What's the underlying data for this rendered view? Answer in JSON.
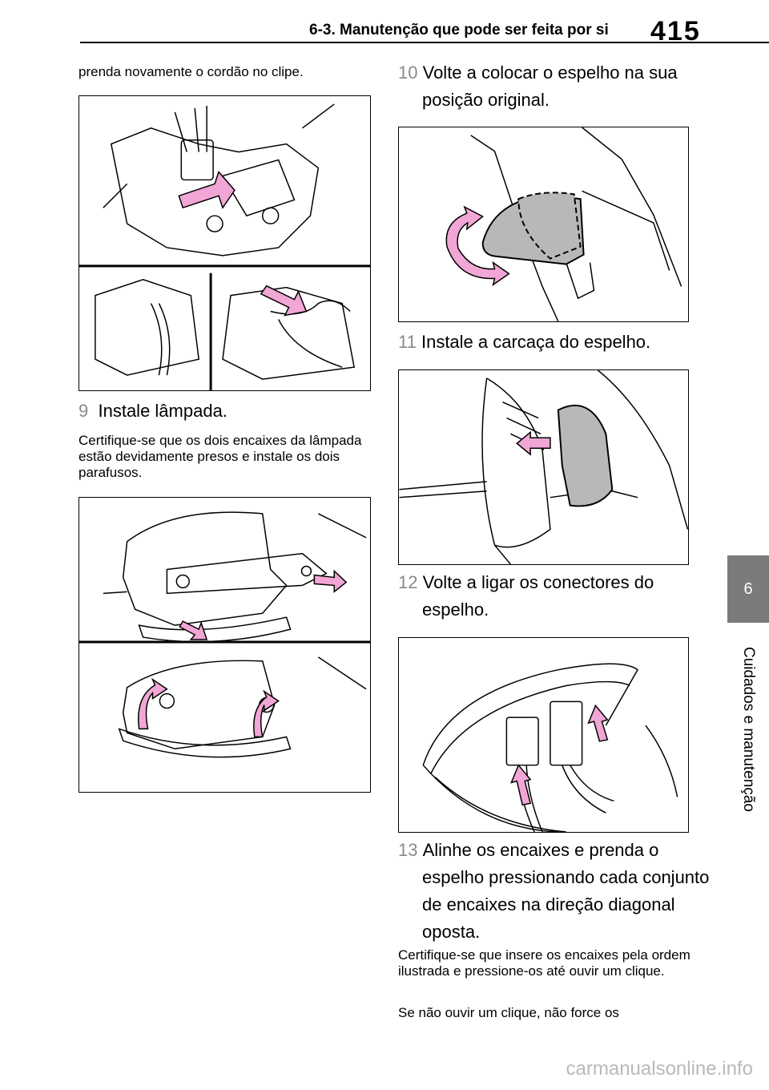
{
  "header": {
    "section_title": "6-3. Manutenção que pode ser feita por si",
    "page_number": "415"
  },
  "side_tab": {
    "chapter_number": "6",
    "chapter_label": "Cuidados e manutenção"
  },
  "left_column": {
    "intro_text": "prenda novamente o cordão no clipe.",
    "step9": {
      "number": "9",
      "title": "Instale lâmpada.",
      "note": "Certifique-se que os dois encaixes da lâmpada estão devidamente presos e instale os dois parafusos."
    }
  },
  "right_column": {
    "step10": {
      "number": "10",
      "title": "Volte a colocar o espelho na sua posição original."
    },
    "step11": {
      "number": "11",
      "title": "Instale a carcaça do espelho."
    },
    "step12": {
      "number": "12",
      "title": "Volte a ligar os conectores do espelho."
    },
    "step13": {
      "number": "13",
      "title": "Alinhe os encaixes e prenda o espelho pressionando cada conjunto de encaixes na direção diagonal oposta.",
      "note1": "Certifique-se que insere os encaixes pela ordem ilustrada e pressione-os até ouvir um clique.",
      "note2": "Se não ouvir um clique, não force os"
    }
  },
  "footer": {
    "watermark": "carmanualsonline.info"
  },
  "colors": {
    "arrow_pink": "#f2a6d6",
    "tab_gray": "#7b7b7b",
    "step_number_gray": "#8a8a8a"
  }
}
